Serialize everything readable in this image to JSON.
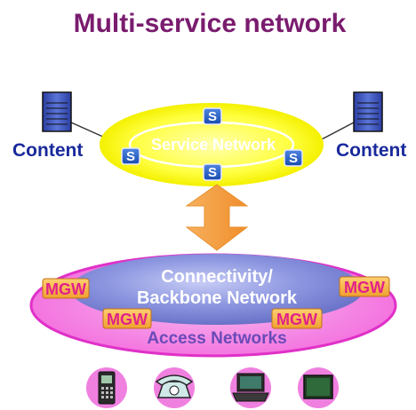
{
  "title": "Multi-service network",
  "service_network": {
    "label": "Service Network",
    "node_label": "S"
  },
  "content": {
    "left_label": "Content",
    "right_label": "Content"
  },
  "backbone": {
    "line1": "Connectivity/",
    "line2": "Backbone Network"
  },
  "access": {
    "label": "Access Networks"
  },
  "gateway": {
    "label": "MGW"
  },
  "colors": {
    "title": "#7a1c6e",
    "service_ring": "#ffff00",
    "arrow": "#f5a142",
    "access_ring": "#ff33cc",
    "backbone_fill": "#7a86d8",
    "label_blue": "#1a2a9c"
  },
  "devices": [
    "mobile-phone-icon",
    "telephone-icon",
    "laptop-icon",
    "tablet-icon"
  ]
}
